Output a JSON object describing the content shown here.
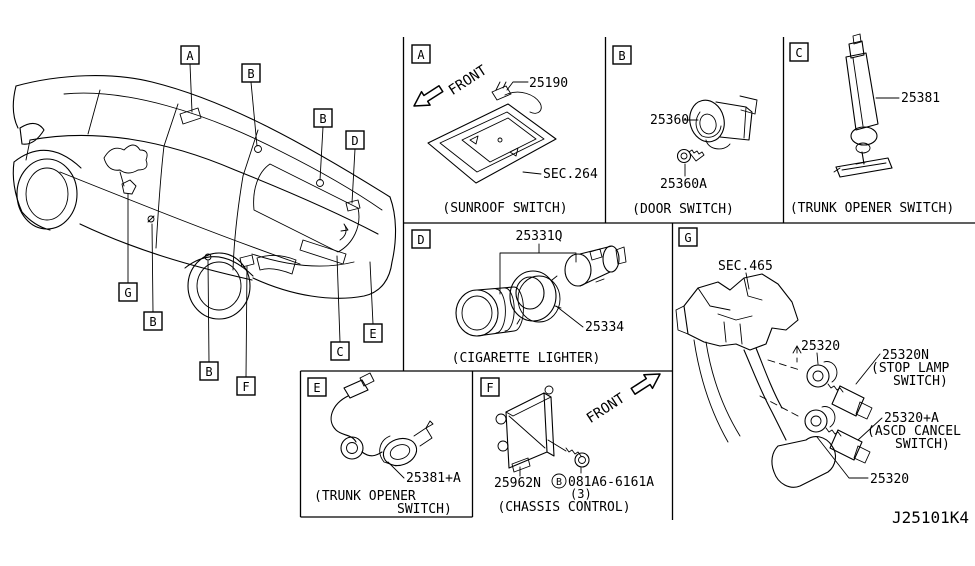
{
  "colors": {
    "line": "#000000",
    "background": "#ffffff"
  },
  "diagram_code": "J25101K4",
  "car": {
    "callouts": [
      "A",
      "B",
      "B",
      "D",
      "G",
      "B",
      "B",
      "F",
      "C",
      "E"
    ]
  },
  "panels": {
    "a": {
      "label": "A",
      "front_label": "FRONT",
      "part_number": "25190",
      "section_ref": "SEC.264",
      "caption": "(SUNROOF SWITCH)"
    },
    "b": {
      "label": "B",
      "part_number": "25360",
      "screw_part_number": "25360A",
      "caption": "(DOOR SWITCH)"
    },
    "c": {
      "label": "C",
      "part_number": "25381",
      "caption": "(TRUNK OPENER SWITCH)"
    },
    "d": {
      "label": "D",
      "part_number": "25331Q",
      "ring_part_number": "25334",
      "caption": "(CIGARETTE LIGHTER)"
    },
    "e": {
      "label": "E",
      "part_number": "25381+A",
      "caption_line1": "(TRUNK OPENER",
      "caption_line2": "SWITCH)"
    },
    "f": {
      "label": "F",
      "front_label": "FRONT",
      "part_number": "25962N",
      "bolt_marker": "B",
      "bolt_part_number": "081A6-6161A",
      "bolt_qty": "(3)",
      "caption": "(CHASSIS CONTROL)"
    },
    "g": {
      "label": "G",
      "section_ref": "SEC.465",
      "grommet_top_part": "25320",
      "stop_lamp_part": "25320N",
      "stop_lamp_caption_line1": "(STOP LAMP",
      "stop_lamp_caption_line2": "SWITCH)",
      "ascd_part": "25320+A",
      "ascd_caption_line1": "(ASCD CANCEL",
      "ascd_caption_line2": "SWITCH)",
      "grommet_bottom_part": "25320"
    }
  }
}
